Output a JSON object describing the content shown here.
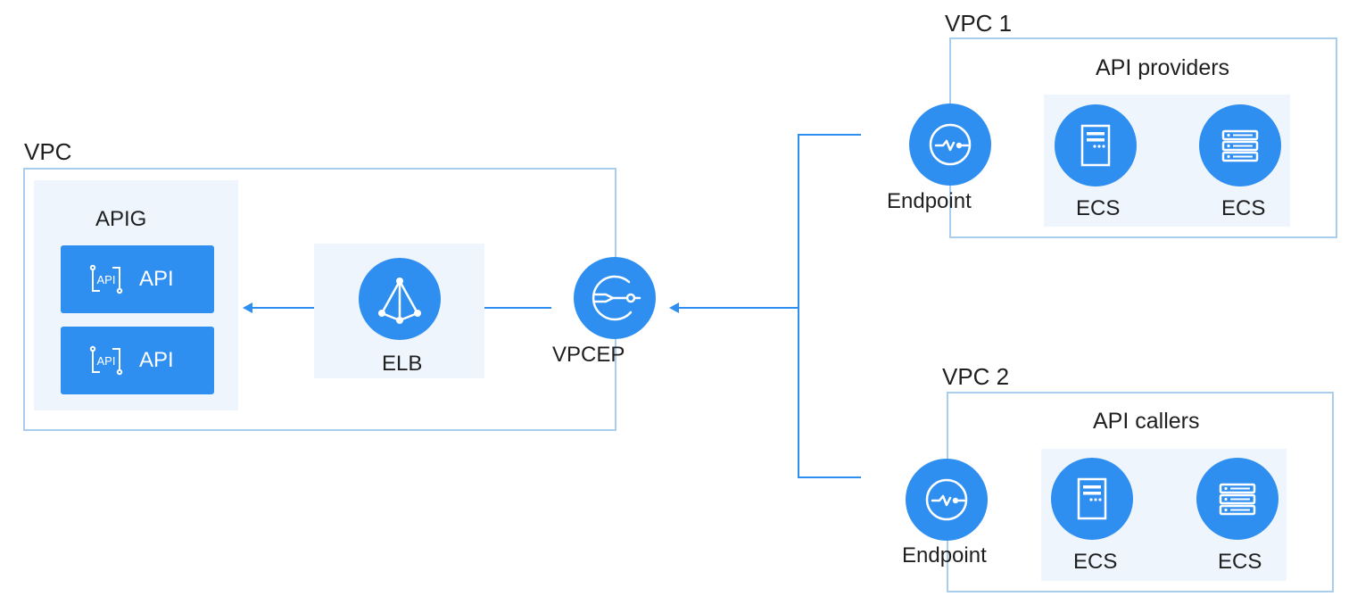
{
  "left_vpc": {
    "title": "VPC",
    "apig": {
      "title": "APIG",
      "cards": [
        {
          "label": "API",
          "icon": "api-icon"
        },
        {
          "label": "API",
          "icon": "api-icon"
        }
      ]
    },
    "elb": {
      "label": "ELB",
      "icon": "load-balancer-icon"
    },
    "vpcep": {
      "label": "VPCEP",
      "icon": "vpc-endpoint-service-icon"
    }
  },
  "vpc1": {
    "title": "VPC 1",
    "group_title": "API providers",
    "endpoint": {
      "label": "Endpoint",
      "icon": "endpoint-icon"
    },
    "servers": [
      {
        "label": "ECS",
        "icon": "server-tower-icon"
      },
      {
        "label": "ECS",
        "icon": "server-rack-icon"
      }
    ]
  },
  "vpc2": {
    "title": "VPC 2",
    "group_title": "API callers",
    "endpoint": {
      "label": "Endpoint",
      "icon": "endpoint-icon"
    },
    "servers": [
      {
        "label": "ECS",
        "icon": "server-tower-icon"
      },
      {
        "label": "ECS",
        "icon": "server-rack-icon"
      }
    ]
  },
  "colors": {
    "accent": "#2f8ff0",
    "frame_border": "#a9cdec",
    "panel_bg": "#eef5fd"
  }
}
